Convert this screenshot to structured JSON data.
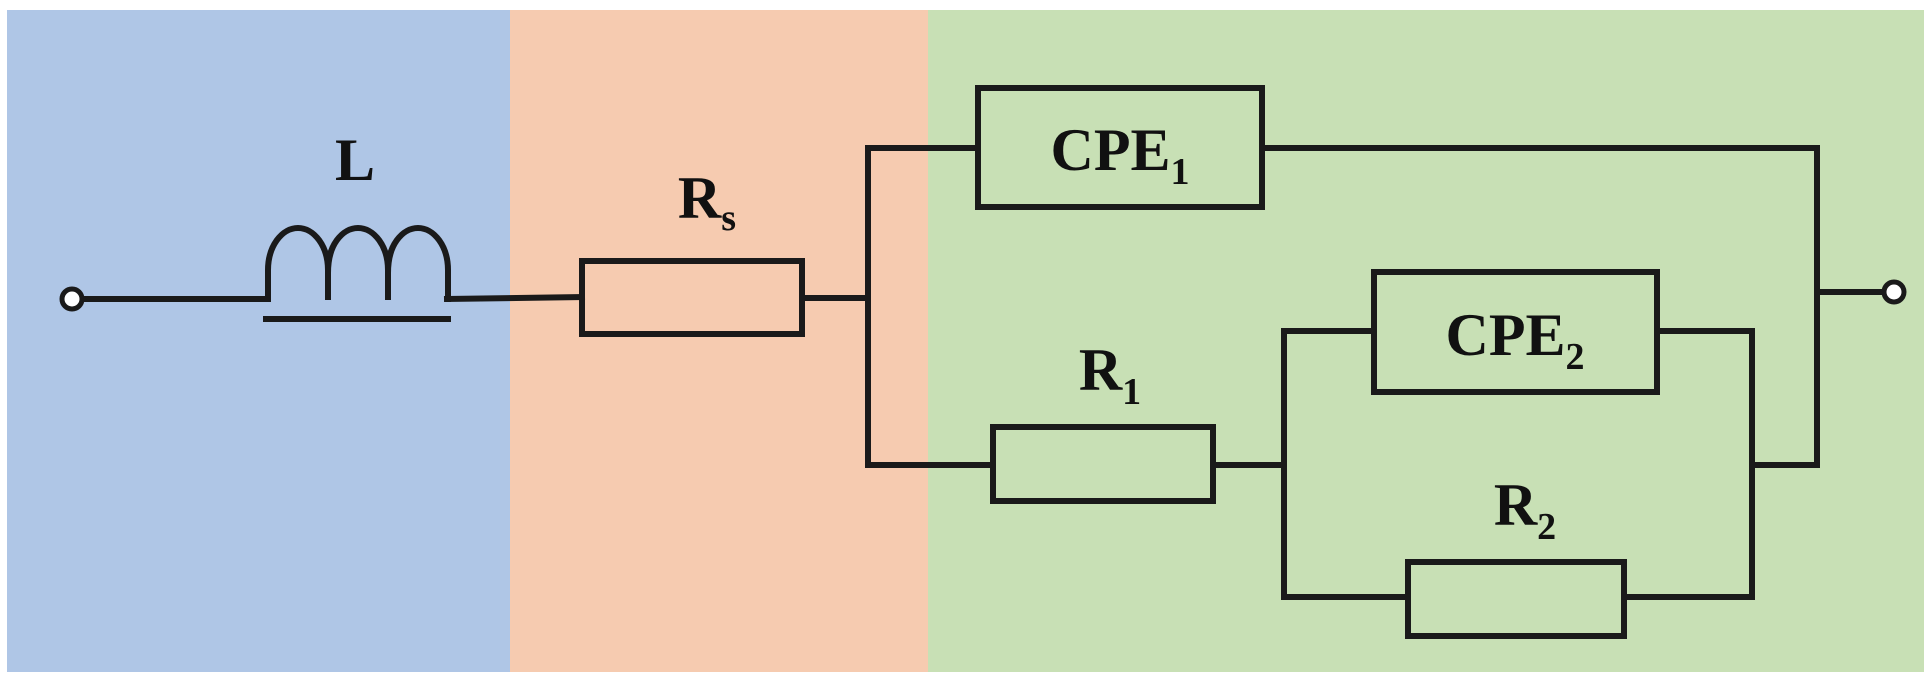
{
  "colors": {
    "inductor_region": "#afc6e6",
    "series_resistor_region": "#f6cbb0",
    "parallel_network_region": "#c8e0b5",
    "wire": "#1a1a1a"
  },
  "components": {
    "inductor": {
      "label": "L",
      "subscript": ""
    },
    "rs": {
      "label": "R",
      "subscript": "s"
    },
    "cpe1": {
      "label": "CPE",
      "subscript": "1"
    },
    "r1": {
      "label": "R",
      "subscript": "1"
    },
    "cpe2": {
      "label": "CPE",
      "subscript": "2"
    },
    "r2": {
      "label": "R",
      "subscript": "2"
    }
  }
}
